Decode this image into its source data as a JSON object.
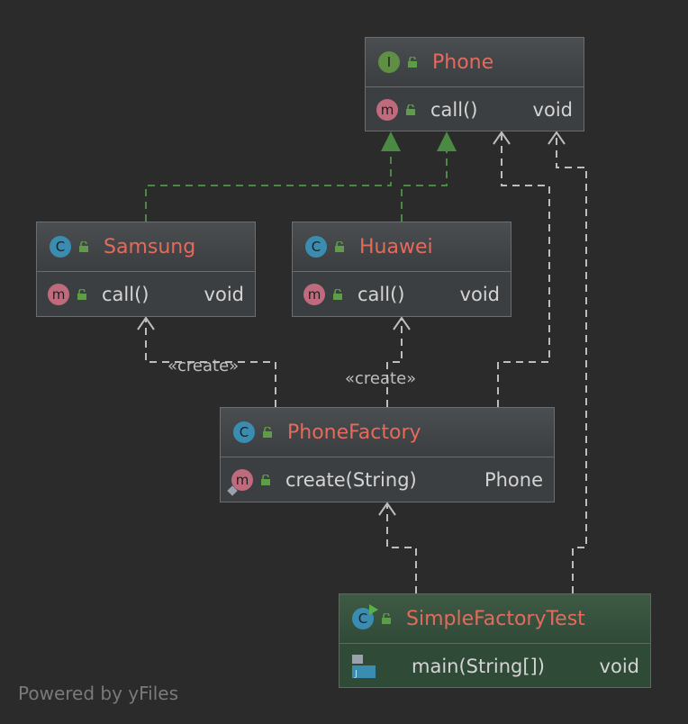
{
  "nodes": {
    "phone": {
      "kind": "I",
      "title": "Phone",
      "method": "call()",
      "ret": "void"
    },
    "samsung": {
      "kind": "C",
      "title": "Samsung",
      "method": "call()",
      "ret": "void"
    },
    "huawei": {
      "kind": "C",
      "title": "Huawei",
      "method": "call()",
      "ret": "void"
    },
    "factory": {
      "kind": "C",
      "title": "PhoneFactory",
      "method": "create(String)",
      "ret": "Phone"
    },
    "test": {
      "kind": "C",
      "title": "SimpleFactoryTest",
      "method": "main(String[])",
      "ret": "void"
    }
  },
  "labels": {
    "create_left": "«create»",
    "create_center": "«create»"
  },
  "method_badge": "m",
  "footer": "Powered by yFiles",
  "colors": {
    "background": "#2b2b2b",
    "title": "#e56a5c",
    "inherit_edge": "#4a8a42",
    "dep_edge": "#bdbdbd"
  }
}
